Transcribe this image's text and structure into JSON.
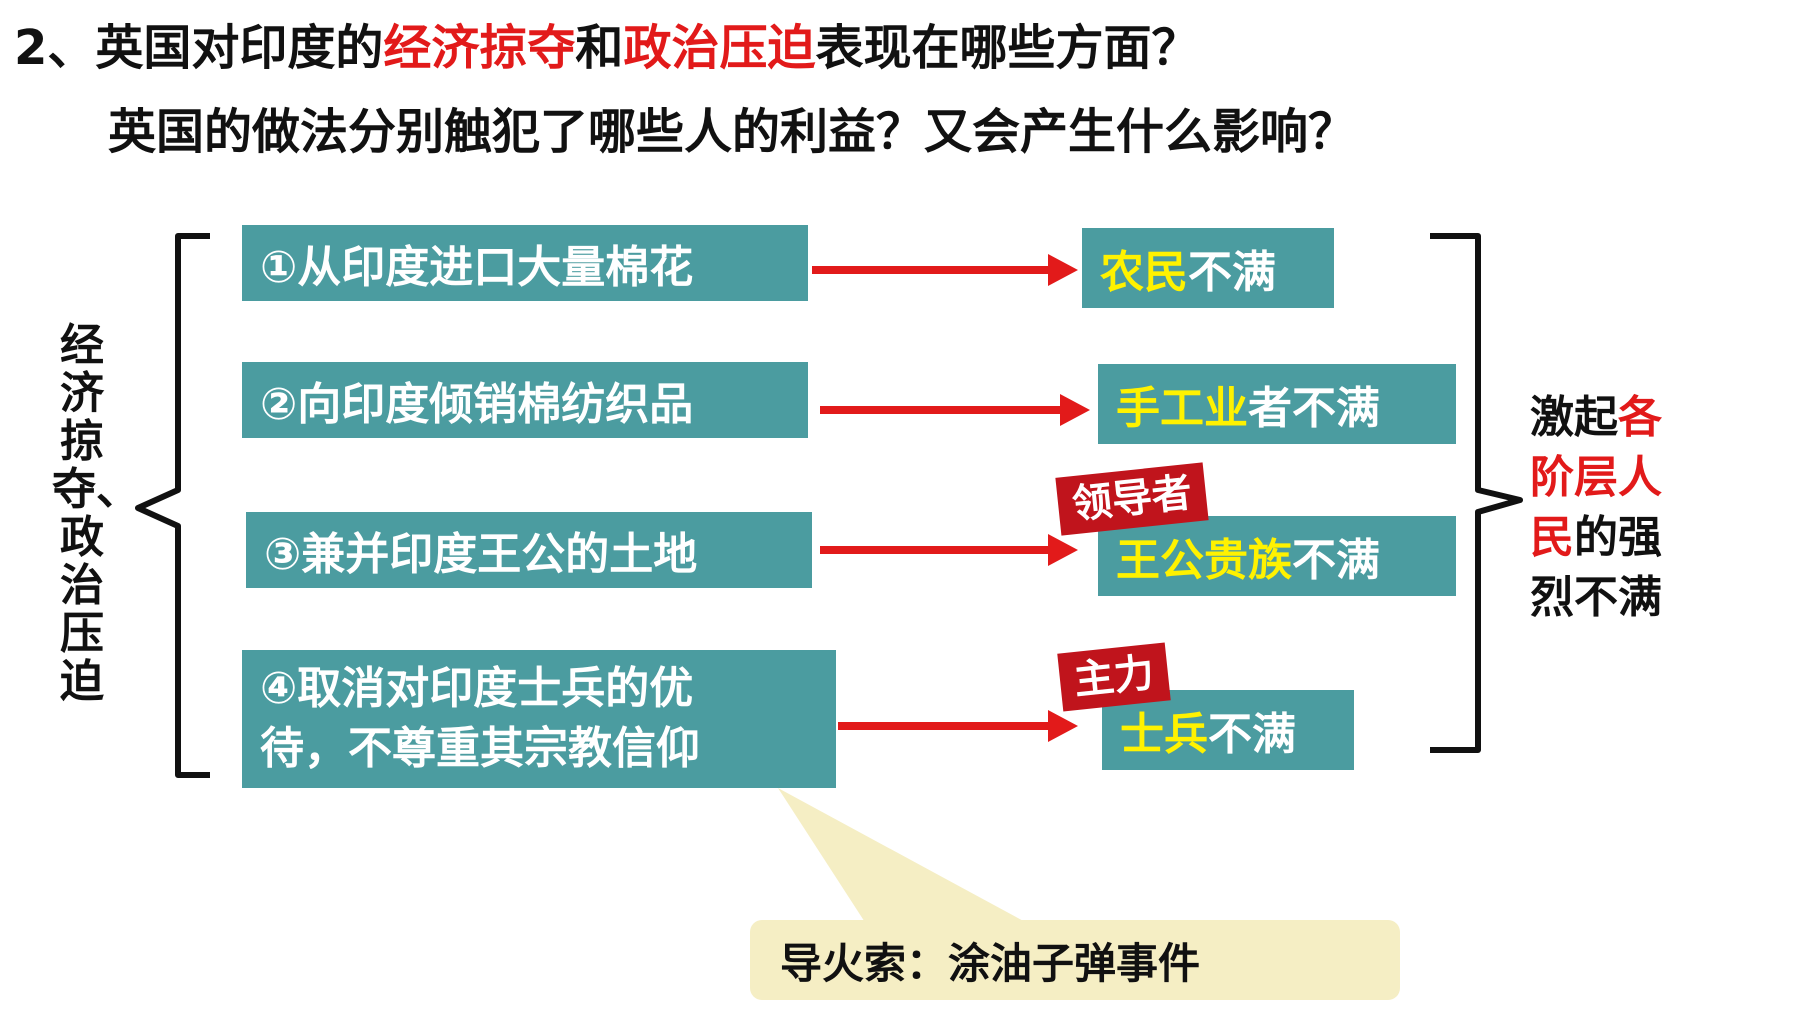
{
  "question": {
    "line1": {
      "prefix": "2、英国对印度的",
      "red1": "经济掠夺",
      "mid": "和",
      "red2": "政治压迫",
      "suffix": "表现在哪些方面？"
    },
    "line2": "英国的做法分别触犯了哪些人的利益？又会产生什么影响？"
  },
  "left_label": "经济掠夺、政治压迫",
  "actions": [
    {
      "text": "①从印度进口大量棉花"
    },
    {
      "text": "②向印度倾销棉纺织品"
    },
    {
      "text": "③兼并印度王公的土地"
    },
    {
      "line1": "④取消对印度士兵的优",
      "line2": "待，不尊重其宗教信仰"
    }
  ],
  "results": [
    {
      "highlight": "农民",
      "rest": "不满"
    },
    {
      "highlight": "手工业",
      "rest": "者不满"
    },
    {
      "highlight": "王公贵族",
      "rest": "不满"
    },
    {
      "highlight": "士兵",
      "rest": "不满"
    }
  ],
  "tags": {
    "leader": "领导者",
    "main_force": "主力"
  },
  "right_label": {
    "prefix": "激起",
    "red": "各阶层人民",
    "suffix": "的强烈不满"
  },
  "fuse": "导火索：涂油子弹事件",
  "colors": {
    "box_bg": "#4b9ca0",
    "highlight": "#fff200",
    "red": "#e21a1a",
    "tag_bg": "#c0141c",
    "fuse_bg": "#f5eec4"
  }
}
